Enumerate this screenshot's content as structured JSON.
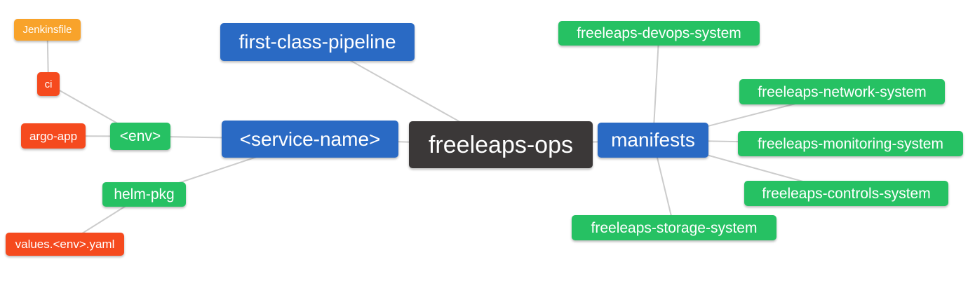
{
  "palette": {
    "blue": "#2a6ac4",
    "green": "#26c163",
    "red": "#f54a1e",
    "orange": "#f8a32b",
    "dark": "#3b3838",
    "edge_line": "#cccccc",
    "background": "#ffffff",
    "node_text": "#ffffff"
  },
  "mindmap": {
    "root_label": "freeleaps-ops",
    "nodes": {
      "jenkinsfile": {
        "label": "Jenkinsfile",
        "color": "orange"
      },
      "ci": {
        "label": "ci",
        "color": "red"
      },
      "argo_app": {
        "label": "argo-app",
        "color": "red"
      },
      "env": {
        "label": "<env>",
        "color": "green"
      },
      "helm_pkg": {
        "label": "helm-pkg",
        "color": "green"
      },
      "values_env_yaml": {
        "label": "values.<env>.yaml",
        "color": "red"
      },
      "first_class_pipeline": {
        "label": "first-class-pipeline",
        "color": "blue"
      },
      "service_name": {
        "label": "<service-name>",
        "color": "blue"
      },
      "freeleaps_ops": {
        "label": "freeleaps-ops",
        "color": "dark"
      },
      "manifests": {
        "label": "manifests",
        "color": "blue"
      },
      "devops_system": {
        "label": "freeleaps-devops-system",
        "color": "green"
      },
      "network_system": {
        "label": "freeleaps-network-system",
        "color": "green"
      },
      "monitoring_system": {
        "label": "freeleaps-monitoring-system",
        "color": "green"
      },
      "controls_system": {
        "label": "freeleaps-controls-system",
        "color": "green"
      },
      "storage_system": {
        "label": "freeleaps-storage-system",
        "color": "green"
      }
    },
    "edges": [
      {
        "from": "jenkinsfile",
        "to": "ci"
      },
      {
        "from": "ci",
        "to": "env"
      },
      {
        "from": "argo_app",
        "to": "env"
      },
      {
        "from": "env",
        "to": "service_name"
      },
      {
        "from": "service_name",
        "to": "freeleaps_ops"
      },
      {
        "from": "first_class_pipeline",
        "to": "freeleaps_ops"
      },
      {
        "from": "service_name",
        "to": "helm_pkg"
      },
      {
        "from": "helm_pkg",
        "to": "values_env_yaml"
      },
      {
        "from": "freeleaps_ops",
        "to": "manifests"
      },
      {
        "from": "manifests",
        "to": "devops_system"
      },
      {
        "from": "manifests",
        "to": "network_system"
      },
      {
        "from": "manifests",
        "to": "monitoring_system"
      },
      {
        "from": "manifests",
        "to": "controls_system"
      },
      {
        "from": "manifests",
        "to": "storage_system"
      }
    ]
  }
}
